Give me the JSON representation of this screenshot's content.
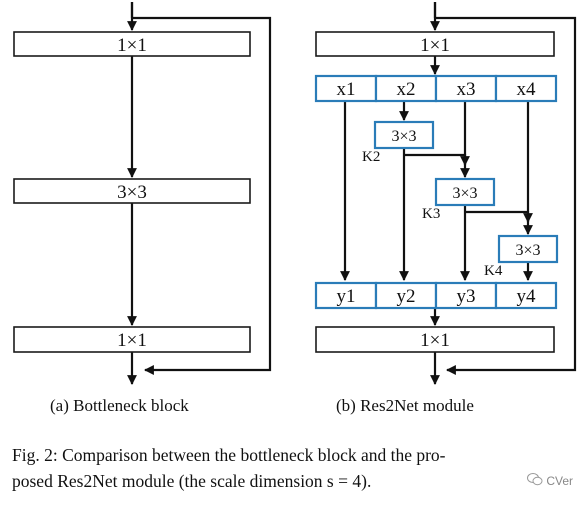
{
  "left_block": {
    "box_top": "1×1",
    "box_middle": "3×3",
    "box_bottom": "1×1",
    "label": "(a) Bottleneck block"
  },
  "right_block": {
    "box_top": "1×1",
    "box_bottom": "1×1",
    "x_cells": [
      "x1",
      "x2",
      "x3",
      "x4"
    ],
    "y_cells": [
      "y1",
      "y2",
      "y3",
      "y4"
    ],
    "conv_boxes": [
      "3×3",
      "3×3",
      "3×3"
    ],
    "k_labels": [
      "K2",
      "K3",
      "K4"
    ],
    "label": "(b) Res2Net module"
  },
  "caption": {
    "line1": "Fig. 2: Comparison between the bottleneck block and the pro-",
    "line2": "posed Res2Net module (the scale dimension s = 4)."
  },
  "watermark": "CVer",
  "colors": {
    "accent_border": "#2a7cb8",
    "line": "#111111"
  }
}
